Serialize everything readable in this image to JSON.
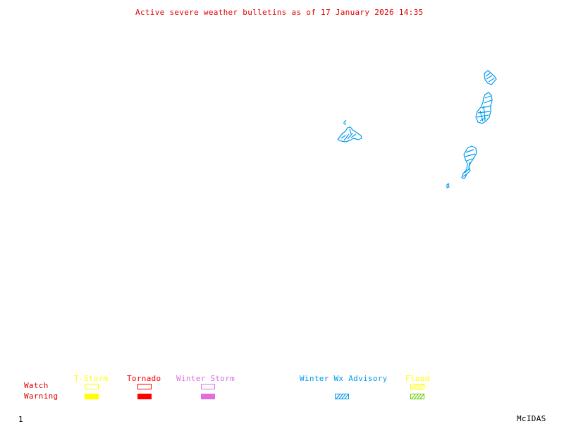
{
  "title": "Active severe weather bulletins as of 17 January 2026 14:35",
  "colors": {
    "title": "#e00000",
    "tstorm": "#ffff00",
    "tornado": "#ff0000",
    "winter_storm": "#dd70dd",
    "winter_wx_advisory": "#0099ee",
    "flood_watch": "#ffff00",
    "flood_warning": "#66cc00"
  },
  "legend": {
    "row_labels": {
      "watch": "Watch",
      "warning": "Warning"
    },
    "columns": [
      {
        "label": "T-Storm",
        "watch": "outline",
        "warning": "filled"
      },
      {
        "label": "Tornado",
        "watch": "outline",
        "warning": "filled"
      },
      {
        "label": "Winter Storm",
        "watch": "outline",
        "warning": "filled"
      },
      {
        "label": "Winter Wx Advisory",
        "watch": "none",
        "warning": "hatched"
      },
      {
        "label": "Flood",
        "watch": "hatched",
        "warning": "hatched"
      }
    ]
  },
  "map": {
    "active_bulletin_type": "Winter Wx Advisory",
    "regions": [
      "advisory-area-1",
      "advisory-area-2",
      "advisory-area-3",
      "advisory-area-4",
      "advisory-area-5"
    ]
  },
  "footer": {
    "frame_number": "1",
    "software": "McIDAS"
  }
}
